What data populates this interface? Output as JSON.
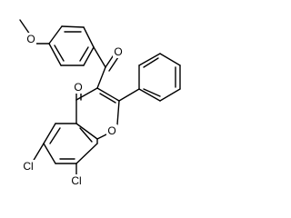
{
  "molecule": {
    "atom_labels": {
      "methoxy_oxygen": "O",
      "ketone_oxygen": "O",
      "chromone_carbonyl_oxygen": "O",
      "ring_oxygen": "O",
      "chloro_6": "Cl",
      "chloro_8": "Cl"
    }
  }
}
